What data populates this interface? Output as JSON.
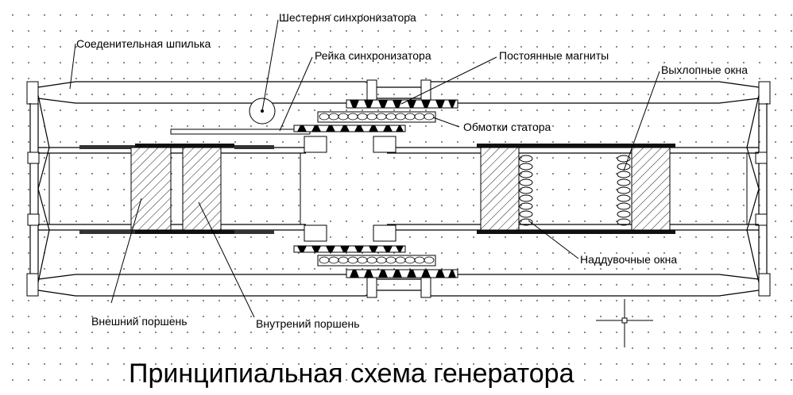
{
  "labels": {
    "tie_rod": "Соеденительная шпилька",
    "sync_gear": "Шестерня синхронизатора",
    "sync_rack": "Рейка синхронизатора",
    "magnets": "Постоянные магниты",
    "exhaust_ports": "Выхлопные окна",
    "stator_windings": "Обмотки статора",
    "intake_ports": "Наддувочные окна",
    "outer_piston": "Внешний поршень",
    "inner_piston": "Внутрений поршень"
  },
  "title": "Принципиальная схема генератора"
}
